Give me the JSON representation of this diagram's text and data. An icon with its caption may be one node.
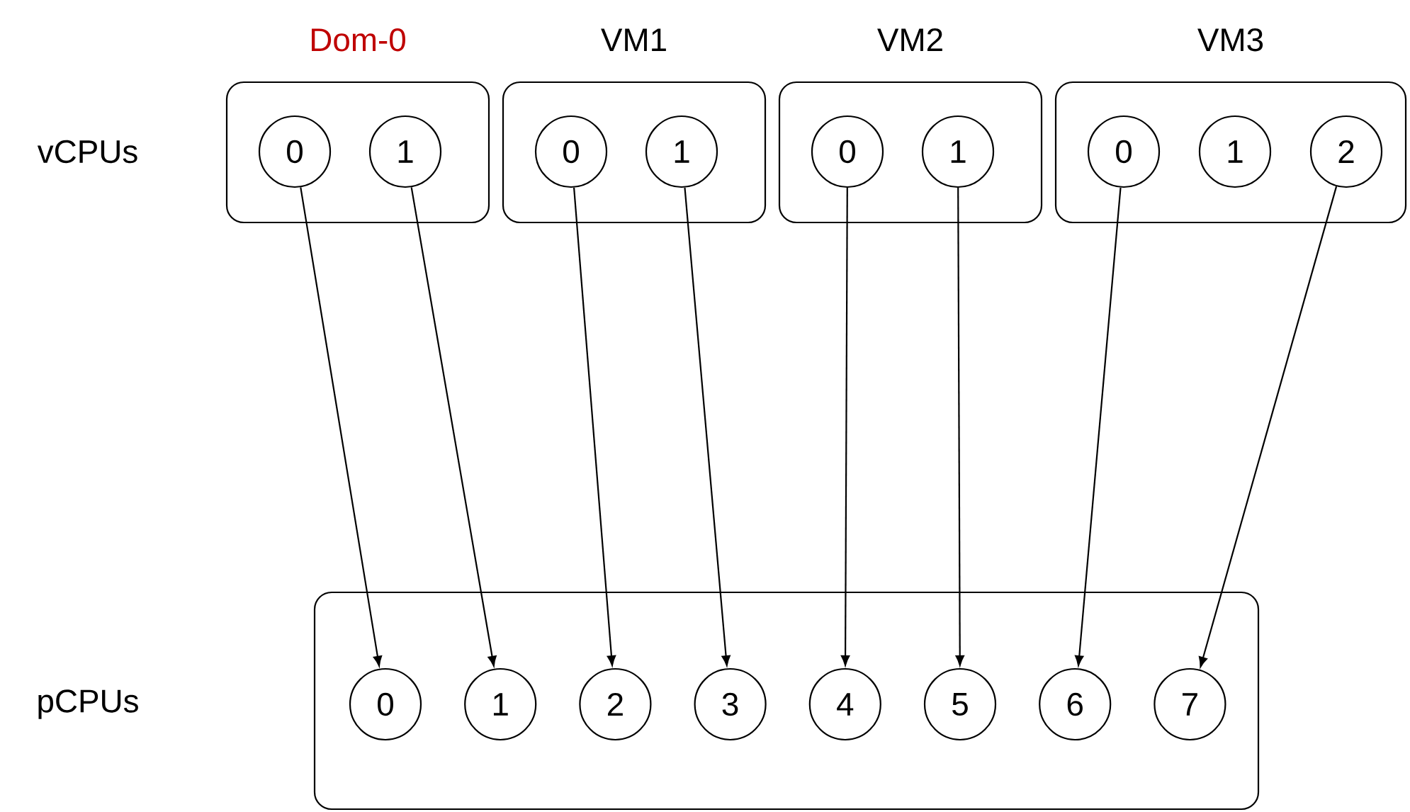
{
  "diagram": {
    "nodes": [
      {
        "text": [
          "Dom-0"
        ]
      },
      {
        "text": [
          "0"
        ],
        "in": 0
      },
      {
        "text": [
          "1"
        ],
        "in": 0
      },
      {
        "text": [
          "VM1"
        ]
      },
      {
        "text": [
          "0"
        ],
        "in": 3
      },
      {
        "text": [
          "1"
        ],
        "in": 3
      },
      {
        "text": [
          "VM2"
        ]
      },
      {
        "text": [
          "0"
        ],
        "in": 6
      },
      {
        "text": [
          "1"
        ],
        "in": 6
      },
      {
        "text": [
          "VM3"
        ]
      },
      {
        "text": [
          "0"
        ],
        "in": 9
      },
      {
        "text": [
          "1"
        ],
        "in": 9
      },
      {
        "text": [
          "2"
        ],
        "in": 9
      },
      {
        "text": [],
        "shape": "box"
      },
      {
        "text": [
          "0"
        ],
        "in": 13
      },
      {
        "text": [
          "1"
        ],
        "in": 13
      },
      {
        "text": [
          "2"
        ],
        "in": 13
      },
      {
        "text": [
          "3"
        ],
        "in": 13
      },
      {
        "text": [
          "4"
        ],
        "in": 13
      },
      {
        "text": [
          "5"
        ],
        "in": 13
      },
      {
        "text": [
          "6"
        ],
        "in": 13
      },
      {
        "text": [
          "7"
        ],
        "in": 13
      }
    ],
    "edges": [
      {
        "from": 1,
        "to": 14,
        "arrow": "to"
      },
      {
        "from": 2,
        "to": 15,
        "arrow": "to"
      },
      {
        "from": 4,
        "to": 16,
        "arrow": "to"
      },
      {
        "from": 5,
        "to": 17,
        "arrow": "to"
      },
      {
        "from": 7,
        "to": 18,
        "arrow": "to"
      },
      {
        "from": 8,
        "to": 19,
        "arrow": "to"
      },
      {
        "from": 10,
        "to": 20,
        "arrow": "to"
      },
      {
        "from": 12,
        "to": 21,
        "arrow": "to"
      }
    ],
    "labels": [
      "vCPUs",
      "pCPUs"
    ]
  }
}
